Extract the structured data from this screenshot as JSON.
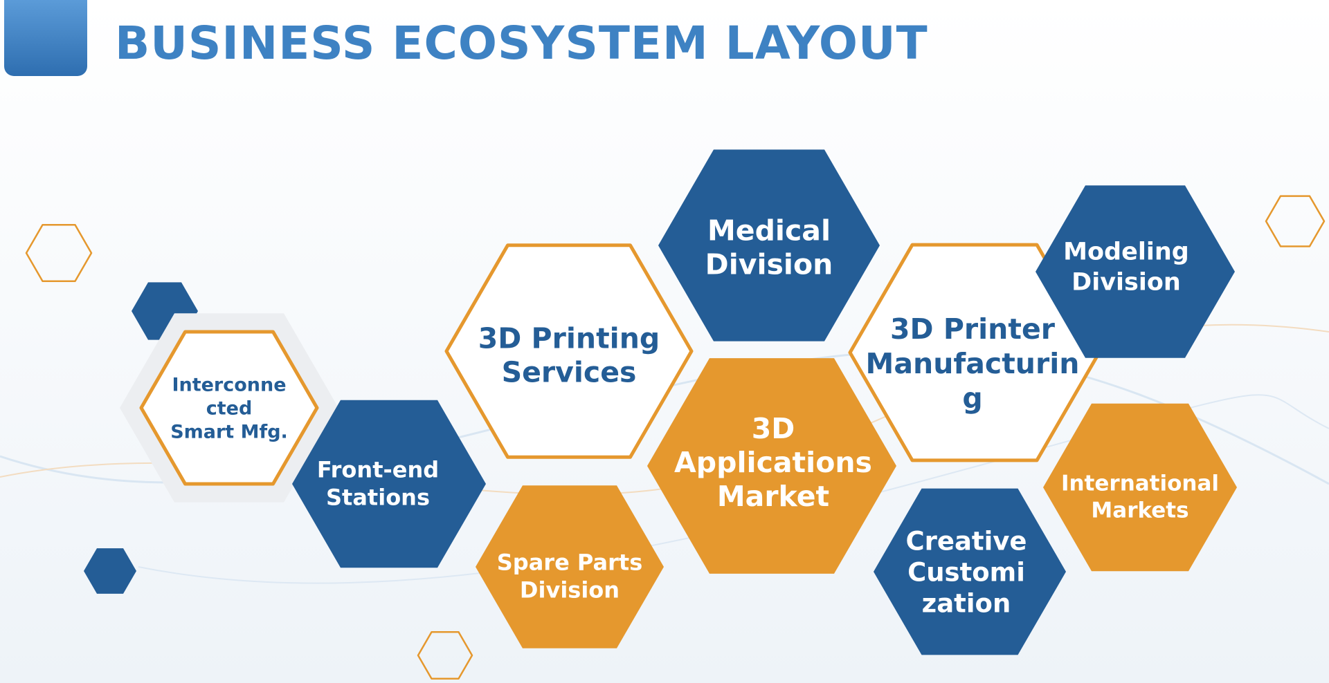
{
  "title": "BUSINESS ECOSYSTEM LAYOUT",
  "colors": {
    "navy": "#245d96",
    "orange": "#e5982e",
    "white": "#ffffff",
    "title": "#3e82c3",
    "halo": "#eceef1"
  },
  "nodes": {
    "interconnected": [
      "Interconne",
      "cted",
      "Smart Mfg."
    ],
    "front_end": [
      "Front-end",
      "Stations"
    ],
    "printing_services": [
      "3D Printing",
      "Services"
    ],
    "spare_parts": [
      "Spare Parts",
      "Division"
    ],
    "medical": [
      "Medical",
      "Division"
    ],
    "applications": [
      "3D",
      "Applications",
      "Market"
    ],
    "manufacturing": [
      "3D Printer",
      "Manufacturin",
      "g"
    ],
    "creative": [
      "Creative",
      "Customi",
      "zation"
    ],
    "modeling": [
      "Modeling",
      "Division"
    ],
    "international": [
      "International",
      "Markets"
    ]
  }
}
